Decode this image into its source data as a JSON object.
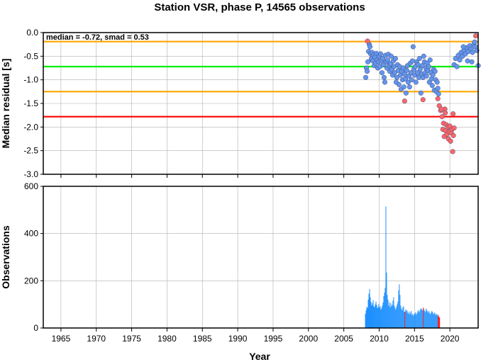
{
  "chart_data": {
    "title": "Station VSR, phase P, 14565 observations",
    "xlabel": "Year",
    "xlim": [
      1962.5,
      2024.0
    ],
    "xticks": [
      1965,
      1970,
      1975,
      1980,
      1985,
      1990,
      1995,
      2000,
      2005,
      2010,
      2015,
      2020
    ],
    "grid": true,
    "panels": [
      {
        "type": "scatter",
        "ylabel": "Median residual [s]",
        "ylim": [
          -3.0,
          0.0
        ],
        "yticks": [
          0.0,
          -0.5,
          -1.0,
          -1.5,
          -2.0,
          -2.5,
          -3.0
        ],
        "annotation": "median = -0.72,  smad = 0.53",
        "hlines": [
          {
            "y": -0.19,
            "color": "#ffa500"
          },
          {
            "y": -0.72,
            "color": "#00ee00"
          },
          {
            "y": -1.25,
            "color": "#ffa500"
          },
          {
            "y": -1.78,
            "color": "#ff0000"
          }
        ],
        "series": [
          {
            "color": "#6495ed",
            "points": [
              [
                2008.1,
                -0.95
              ],
              [
                2008.2,
                -0.75
              ],
              [
                2008.3,
                -0.82
              ],
              [
                2008.4,
                -0.62
              ],
              [
                2008.5,
                -0.4
              ],
              [
                2008.6,
                -0.25
              ],
              [
                2008.7,
                -0.3
              ],
              [
                2008.8,
                -0.45
              ],
              [
                2008.9,
                -0.55
              ],
              [
                2009.0,
                -0.42
              ],
              [
                2009.1,
                -0.6
              ],
              [
                2009.2,
                -0.48
              ],
              [
                2009.3,
                -0.7
              ],
              [
                2009.4,
                -0.52
              ],
              [
                2009.5,
                -0.65
              ],
              [
                2009.6,
                -0.44
              ],
              [
                2009.7,
                -0.58
              ],
              [
                2009.8,
                -0.75
              ],
              [
                2009.9,
                -0.62
              ],
              [
                2010.0,
                -0.5
              ],
              [
                2010.1,
                -0.72
              ],
              [
                2010.2,
                -0.45
              ],
              [
                2010.3,
                -0.6
              ],
              [
                2010.4,
                -0.85
              ],
              [
                2010.5,
                -0.55
              ],
              [
                2010.6,
                -0.68
              ],
              [
                2010.7,
                -0.95
              ],
              [
                2010.8,
                -1.05
              ],
              [
                2010.9,
                -0.48
              ],
              [
                2011.0,
                -0.62
              ],
              [
                2011.1,
                -0.75
              ],
              [
                2011.2,
                -0.58
              ],
              [
                2011.3,
                -0.46
              ],
              [
                2011.4,
                -0.7
              ],
              [
                2011.5,
                -0.82
              ],
              [
                2011.6,
                -0.66
              ],
              [
                2011.7,
                -0.5
              ],
              [
                2011.8,
                -0.78
              ],
              [
                2011.9,
                -0.9
              ],
              [
                2012.0,
                -0.6
              ],
              [
                2012.1,
                -0.72
              ],
              [
                2012.2,
                -0.85
              ],
              [
                2012.3,
                -0.55
              ],
              [
                2012.4,
                -1.05
              ],
              [
                2012.5,
                -0.95
              ],
              [
                2012.6,
                -0.68
              ],
              [
                2012.7,
                -0.8
              ],
              [
                2012.8,
                -1.1
              ],
              [
                2012.9,
                -0.72
              ],
              [
                2013.0,
                -0.9
              ],
              [
                2013.1,
                -1.2
              ],
              [
                2013.2,
                -0.82
              ],
              [
                2013.3,
                -1.0
              ],
              [
                2013.4,
                -0.75
              ],
              [
                2013.5,
                -1.15
              ],
              [
                2013.6,
                -0.88
              ],
              [
                2013.7,
                -0.98
              ],
              [
                2013.8,
                -1.28
              ],
              [
                2013.9,
                -0.8
              ],
              [
                2014.0,
                -0.7
              ],
              [
                2014.1,
                -1.05
              ],
              [
                2014.2,
                -0.92
              ],
              [
                2014.3,
                -1.15
              ],
              [
                2014.4,
                -0.65
              ],
              [
                2014.5,
                -0.85
              ],
              [
                2014.6,
                -1.0
              ],
              [
                2014.7,
                -0.6
              ],
              [
                2014.8,
                -0.3
              ],
              [
                2014.9,
                -0.78
              ],
              [
                2015.0,
                -0.9
              ],
              [
                2015.1,
                -0.72
              ],
              [
                2015.2,
                -1.05
              ],
              [
                2015.3,
                -0.62
              ],
              [
                2015.4,
                -0.85
              ],
              [
                2015.5,
                -0.68
              ],
              [
                2015.6,
                -0.95
              ],
              [
                2015.7,
                -0.55
              ],
              [
                2015.8,
                -0.78
              ],
              [
                2015.9,
                -1.28
              ],
              [
                2016.0,
                -0.88
              ],
              [
                2016.1,
                -0.7
              ],
              [
                2016.2,
                -0.95
              ],
              [
                2016.3,
                -0.5
              ],
              [
                2016.4,
                -0.62
              ],
              [
                2016.5,
                -0.85
              ],
              [
                2016.6,
                -0.75
              ],
              [
                2016.7,
                -0.92
              ],
              [
                2016.8,
                -0.65
              ],
              [
                2016.9,
                -0.8
              ],
              [
                2017.0,
                -0.72
              ],
              [
                2017.1,
                -1.05
              ],
              [
                2017.2,
                -0.58
              ],
              [
                2017.3,
                -0.85
              ],
              [
                2017.4,
                -0.98
              ],
              [
                2017.5,
                -1.12
              ],
              [
                2017.6,
                -0.9
              ],
              [
                2017.7,
                -0.78
              ],
              [
                2017.8,
                -1.22
              ],
              [
                2017.9,
                -0.82
              ],
              [
                2018.0,
                -1.0
              ],
              [
                2018.1,
                -1.25
              ],
              [
                2018.2,
                -1.05
              ],
              [
                2018.3,
                -1.18
              ],
              [
                2018.4,
                -1.3
              ],
              [
                2020.6,
                -0.68
              ],
              [
                2020.8,
                -0.55
              ],
              [
                2021.0,
                -0.72
              ],
              [
                2021.2,
                -0.48
              ],
              [
                2021.4,
                -0.58
              ],
              [
                2021.6,
                -0.42
              ],
              [
                2021.8,
                -0.5
              ],
              [
                2022.0,
                -0.38
              ],
              [
                2022.2,
                -0.45
              ],
              [
                2022.4,
                -0.32
              ],
              [
                2022.6,
                -0.4
              ],
              [
                2022.8,
                -0.28
              ],
              [
                2023.0,
                -0.35
              ],
              [
                2023.2,
                -0.42
              ],
              [
                2023.4,
                -0.25
              ],
              [
                2023.6,
                -0.3
              ],
              [
                2023.8,
                -0.38
              ],
              [
                2024.0,
                -0.7
              ],
              [
                2023.1,
                -0.62
              ],
              [
                2022.5,
                -0.6
              ],
              [
                2021.9,
                -0.3
              ],
              [
                2023.5,
                -0.2
              ]
            ]
          },
          {
            "color": "#ff6666",
            "points": [
              [
                2008.35,
                -0.18
              ],
              [
                2013.6,
                -1.45
              ],
              [
                2016.2,
                -1.42
              ],
              [
                2018.3,
                -1.4
              ],
              [
                2018.5,
                -1.55
              ],
              [
                2018.7,
                -1.65
              ],
              [
                2018.9,
                -1.78
              ],
              [
                2019.0,
                -2.05
              ],
              [
                2019.1,
                -1.92
              ],
              [
                2019.2,
                -2.2
              ],
              [
                2019.3,
                -1.62
              ],
              [
                2019.4,
                -2.08
              ],
              [
                2019.5,
                -1.95
              ],
              [
                2019.6,
                -2.15
              ],
              [
                2019.7,
                -2.0
              ],
              [
                2019.8,
                -2.25
              ],
              [
                2019.9,
                -2.1
              ],
              [
                2020.0,
                -1.98
              ],
              [
                2020.1,
                -2.3
              ],
              [
                2020.2,
                -2.12
              ],
              [
                2020.3,
                -2.05
              ],
              [
                2020.4,
                -2.52
              ],
              [
                2020.5,
                -2.18
              ],
              [
                2020.6,
                -2.02
              ],
              [
                2019.35,
                -1.7
              ],
              [
                2020.45,
                -1.72
              ],
              [
                2018.8,
                -1.62
              ],
              [
                2023.65,
                -0.07
              ]
            ]
          }
        ]
      },
      {
        "type": "bar",
        "ylabel": "Observations",
        "ylim": [
          0,
          600
        ],
        "yticks": [
          0,
          200,
          400,
          600
        ],
        "colors": {
          "normal": "#1e90ff",
          "outlier": "#ff0000"
        },
        "outlier_ranges": [
          [
            2013.6,
            2013.7
          ],
          [
            2016.2,
            2016.3
          ],
          [
            2018.3,
            2020.6
          ]
        ],
        "series": [
          {
            "step": 0.1,
            "x_start": 2008.0,
            "values": [
              60,
              75,
              90,
              85,
              120,
              145,
              165,
              130,
              110,
              95,
              105,
              118,
              92,
              88,
              100,
              112,
              98,
              84,
              90,
              102,
              86,
              93,
              78,
              85,
              95,
              108,
              135,
              150,
              170,
              515,
              235,
              140,
              120,
              95,
              110,
              88,
              105,
              92,
              98,
              115,
              130,
              95,
              85,
              78,
              90,
              100,
              112,
              160,
              185,
              140,
              95,
              82,
              75,
              88,
              92,
              70,
              68,
              80,
              72,
              75,
              65,
              60,
              70,
              58,
              65,
              72,
              55,
              60,
              52,
              58,
              62,
              66,
              56,
              62,
              70,
              76,
              66,
              73,
              80,
              84,
              78,
              74,
              86,
              80,
              72,
              68,
              82,
              76,
              70,
              65,
              72,
              64,
              58,
              65,
              72,
              68,
              62,
              58,
              66,
              60,
              54,
              60,
              52,
              56,
              48,
              44
            ]
          }
        ]
      }
    ]
  }
}
